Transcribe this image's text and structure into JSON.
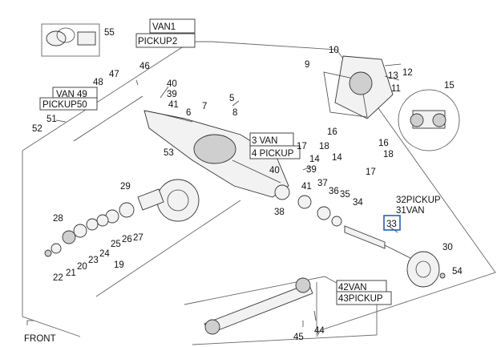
{
  "diagram": {
    "tags": {
      "van1": "VAN1",
      "pickup2": "PICKUP2",
      "van49": "VAN 49",
      "pickup50": "PICKUP50",
      "van3": "3 VAN",
      "pickup4": "4 PICKUP",
      "pickup32": "32PICKUP",
      "van31": "31VAN",
      "van42": "42VAN",
      "pickup43": "43PICKUP"
    },
    "front_label": "FRONT",
    "callouts": {
      "n55": "55",
      "n10": "10",
      "n9": "9",
      "n13": "13",
      "n12": "12",
      "n11": "11",
      "n47": "47",
      "n46": "46",
      "n48": "48",
      "n40a": "40",
      "n39a": "39",
      "n41a": "41",
      "n7": "7",
      "n5": "5",
      "n6": "6",
      "n8": "8",
      "n51": "51",
      "n52": "52",
      "n15": "15",
      "n16a": "16",
      "n17a": "17",
      "n18a": "18",
      "n14a": "14",
      "n16b": "16",
      "n14b": "14",
      "n17b": "17",
      "n18b": "18",
      "n53": "53",
      "n40b": "40",
      "n39b": "39",
      "n41b": "41",
      "n37": "37",
      "n36": "36",
      "n35": "35",
      "n34": "34",
      "n38": "38",
      "n29": "29",
      "n28": "28",
      "n26": "26",
      "n25": "25",
      "n24": "24",
      "n23": "23",
      "n27": "27",
      "n20": "20",
      "n21": "21",
      "n22": "22",
      "n19": "19",
      "n33": "33",
      "n30": "30",
      "n54": "54",
      "n44": "44",
      "n45": "45"
    },
    "colors": {
      "highlight": "#2a5fb0",
      "line": "#444444",
      "part_fill": "#f2f2f2"
    }
  }
}
